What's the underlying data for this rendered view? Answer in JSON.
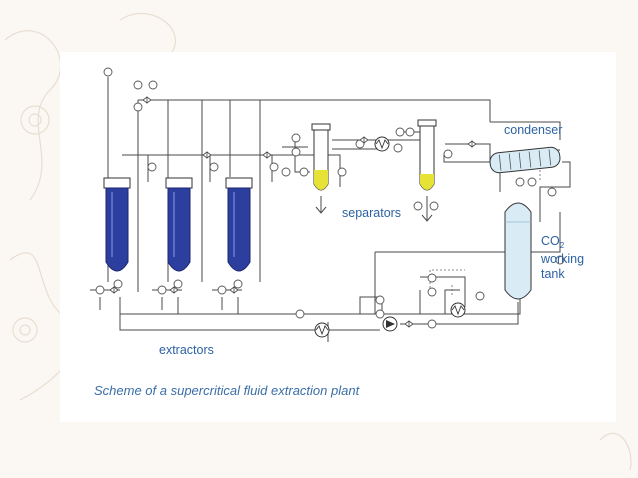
{
  "labels": {
    "condenser": "condenser",
    "separators": "separators",
    "co2": "CO",
    "co2_sub": "2",
    "working": "working",
    "tank": "tank",
    "extractors": "extractors"
  },
  "caption": "Scheme of a supercritical fluid extraction plant",
  "colors": {
    "extractor_fill": "#2d3f9e",
    "separator_fill": "#e7e236",
    "vessel_fill": "#d9ecf5",
    "label_text": "#2c62a3",
    "pipe": "#4a4a4a"
  }
}
